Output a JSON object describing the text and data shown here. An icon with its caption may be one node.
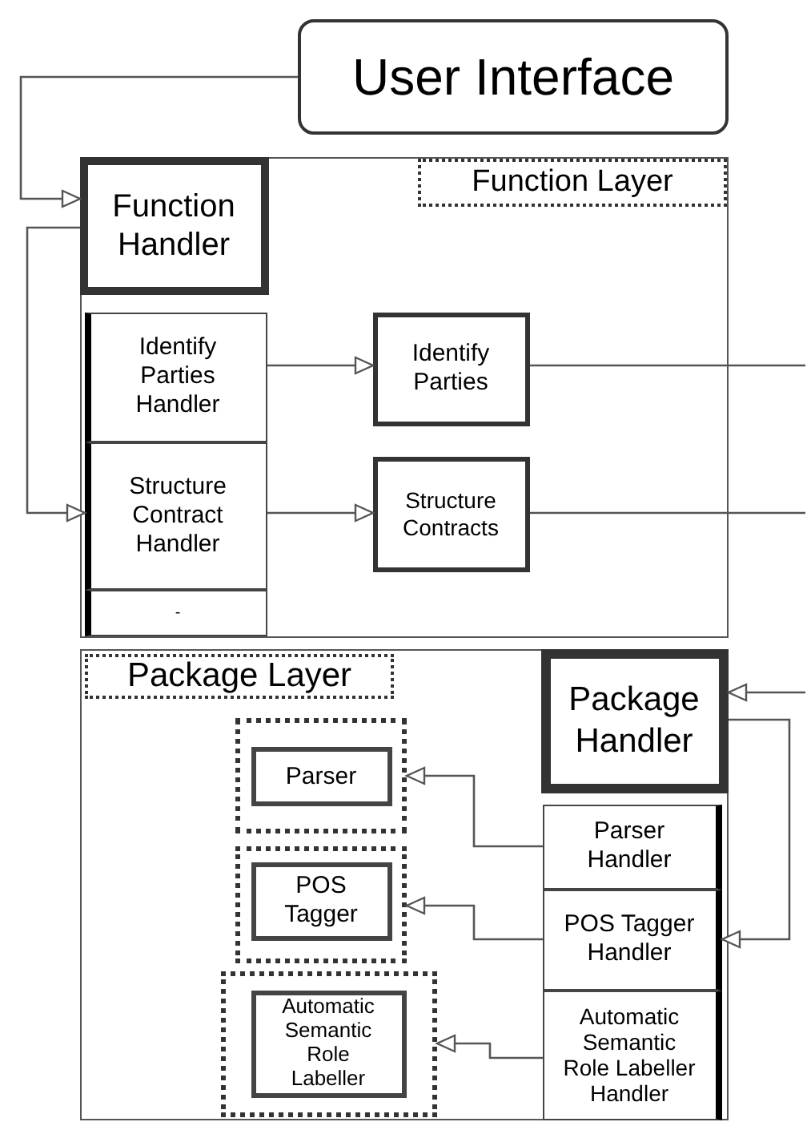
{
  "diagram": {
    "nodes": [
      {
        "text": [
          "User Interface"
        ]
      },
      {
        "text": [
          "Function Layer"
        ]
      },
      {
        "text": [
          "Function Handler"
        ],
        "in": 1
      },
      {
        "text": [
          "Identify Parties Handler"
        ],
        "in": 1
      },
      {
        "text": [
          "Structure Contract Handler"
        ],
        "in": 1
      },
      {
        "text": [
          "-"
        ],
        "in": 1
      },
      {
        "text": [
          "Identify Parties"
        ],
        "in": 1
      },
      {
        "text": [
          "Structure Contracts"
        ],
        "in": 1
      },
      {
        "text": [
          "Package Layer"
        ]
      },
      {
        "text": [
          "Package Handler"
        ],
        "in": 8
      },
      {
        "text": [],
        "shape": "box",
        "in": 8
      },
      {
        "text": [
          "Parser"
        ],
        "in": 10
      },
      {
        "text": [],
        "shape": "box",
        "in": 8
      },
      {
        "text": [
          "POS Tagger"
        ],
        "in": 12
      },
      {
        "text": [],
        "shape": "box",
        "in": 8
      },
      {
        "text": [
          "Automatic Semantic Role Labeller"
        ],
        "in": 14
      },
      {
        "text": [
          "Parser Handler"
        ],
        "in": 8
      },
      {
        "text": [
          "POS Tagger Handler"
        ],
        "in": 8
      },
      {
        "text": [
          "Automatic Semantic Role Labeller Handler"
        ],
        "in": 8
      }
    ],
    "edges": [
      {
        "from": 0,
        "to": 2,
        "arrow": "to"
      },
      {
        "from": 2,
        "to": 4,
        "arrow": "to"
      },
      {
        "from": 3,
        "to": 6,
        "arrow": "to"
      },
      {
        "from": 4,
        "to": 7,
        "arrow": "to"
      },
      {
        "from": 6,
        "to": null,
        "arrow": "none"
      },
      {
        "from": 7,
        "to": null,
        "arrow": "none"
      },
      {
        "from": null,
        "to": 9,
        "arrow": "to"
      },
      {
        "from": 9,
        "to": 17,
        "arrow": "to"
      },
      {
        "from": 16,
        "to": 10,
        "arrow": "to"
      },
      {
        "from": 17,
        "to": 12,
        "arrow": "to"
      },
      {
        "from": 18,
        "to": 14,
        "arrow": "to"
      }
    ]
  }
}
